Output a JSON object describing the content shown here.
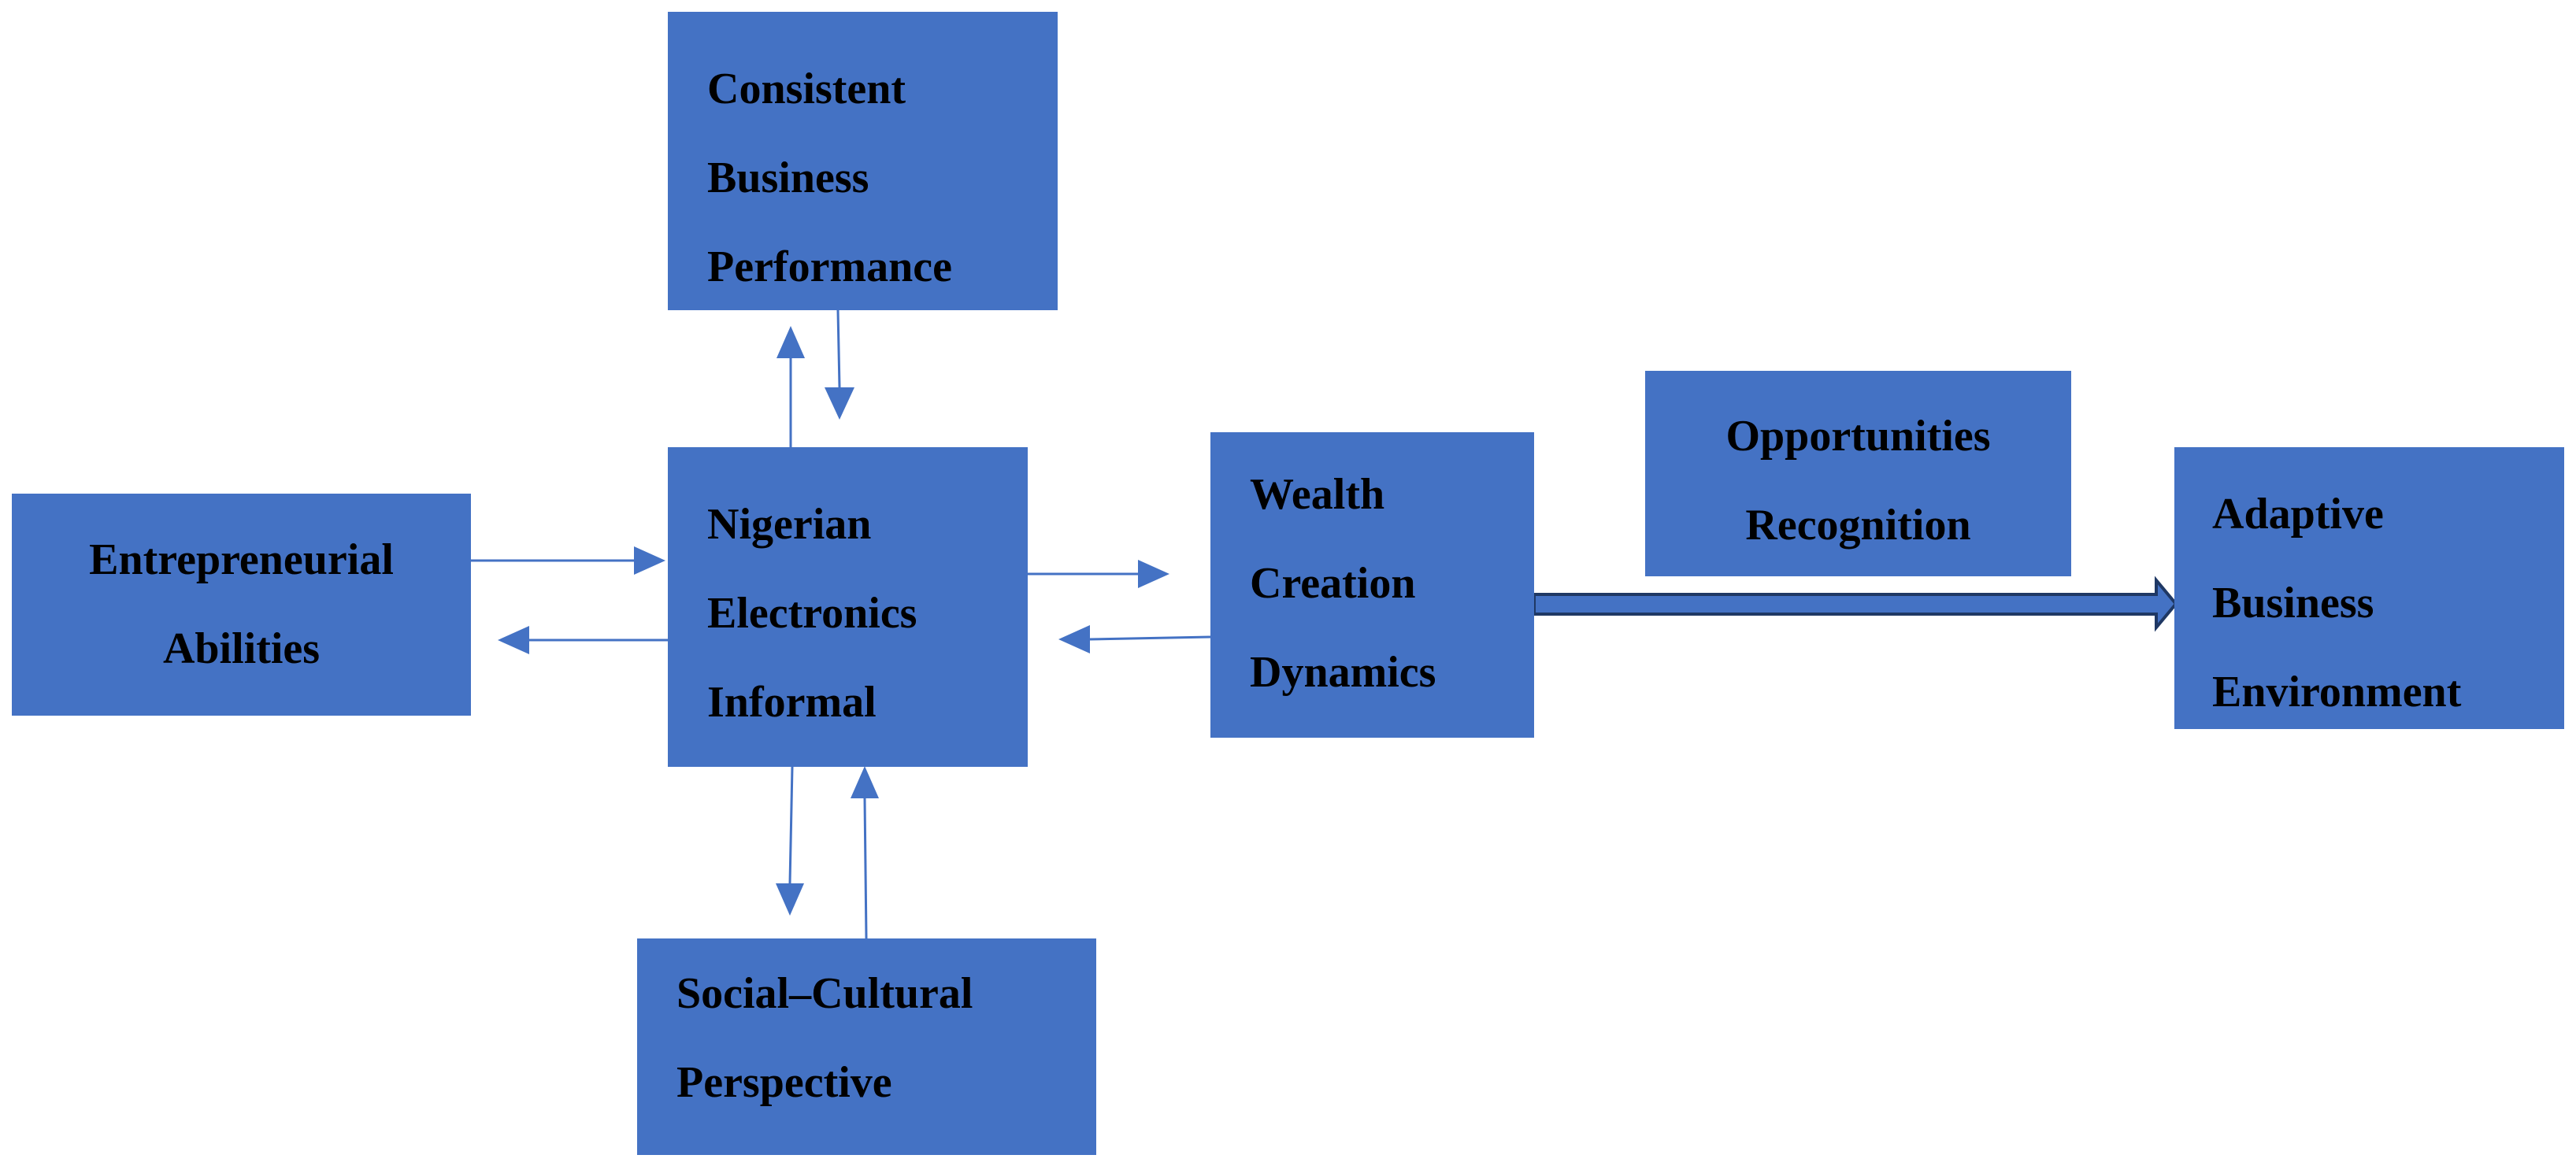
{
  "colors": {
    "box": "#4472c4",
    "arrow": "#4472c4",
    "text": "#000000",
    "outline": "#1f3864"
  },
  "nodes": {
    "consistent": {
      "lines": [
        "Consistent",
        "Business",
        "Performance"
      ]
    },
    "nigerian": {
      "lines": [
        "Nigerian",
        "Electronics",
        "Informal"
      ]
    },
    "entrepreneurial": {
      "lines": [
        "Entrepreneurial",
        "Abilities"
      ]
    },
    "social": {
      "lines": [
        "Social–Cultural",
        "Perspective"
      ]
    },
    "wealth": {
      "lines": [
        "Wealth",
        "Creation",
        "Dynamics"
      ]
    },
    "opportunities": {
      "lines": [
        "Opportunities",
        "Recognition"
      ]
    },
    "adaptive": {
      "lines": [
        "Adaptive",
        "Business",
        "Environment"
      ]
    }
  },
  "edges": [
    {
      "from": "nigerian",
      "to": "consistent"
    },
    {
      "from": "consistent",
      "to": "nigerian"
    },
    {
      "from": "entrepreneurial",
      "to": "nigerian"
    },
    {
      "from": "nigerian",
      "to": "entrepreneurial"
    },
    {
      "from": "nigerian",
      "to": "social"
    },
    {
      "from": "social",
      "to": "nigerian"
    },
    {
      "from": "nigerian",
      "to": "wealth"
    },
    {
      "from": "wealth",
      "to": "nigerian"
    },
    {
      "from": "wealth",
      "to": "adaptive",
      "style": "block"
    }
  ]
}
